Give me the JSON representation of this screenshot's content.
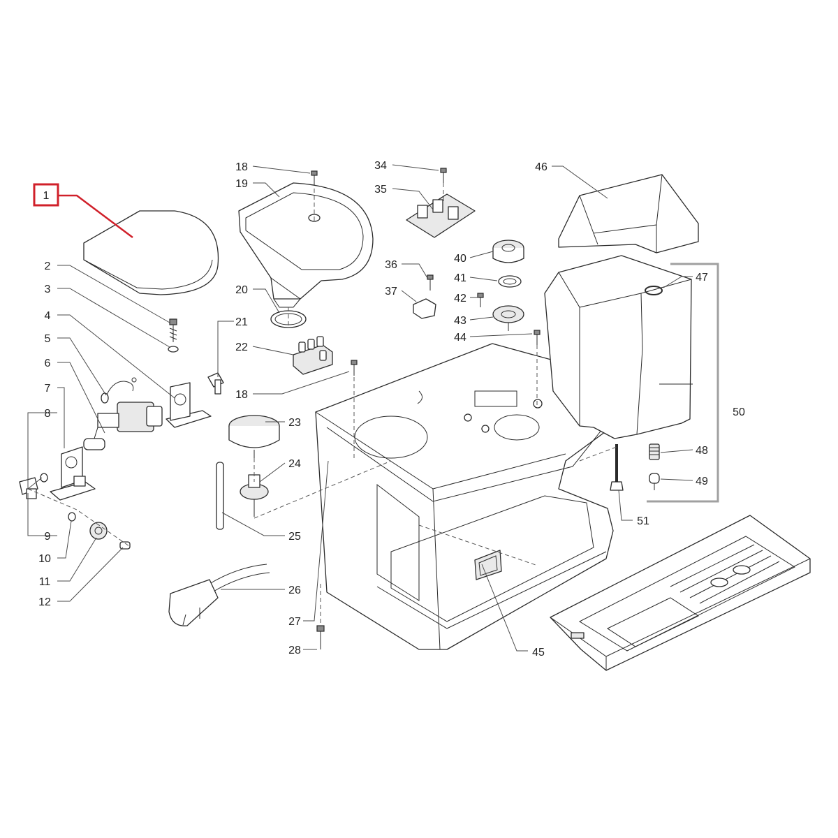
{
  "diagram": {
    "highlight": {
      "label": "1",
      "color": "#d0202a"
    },
    "callouts": [
      "2",
      "3",
      "4",
      "5",
      "6",
      "7",
      "8",
      "9",
      "10",
      "11",
      "12",
      "18",
      "19",
      "20",
      "21",
      "22",
      "18",
      "23",
      "24",
      "25",
      "26",
      "27",
      "28",
      "34",
      "35",
      "36",
      "37",
      "40",
      "41",
      "42",
      "43",
      "44",
      "45",
      "46",
      "47",
      "48",
      "49",
      "50",
      "51"
    ]
  }
}
